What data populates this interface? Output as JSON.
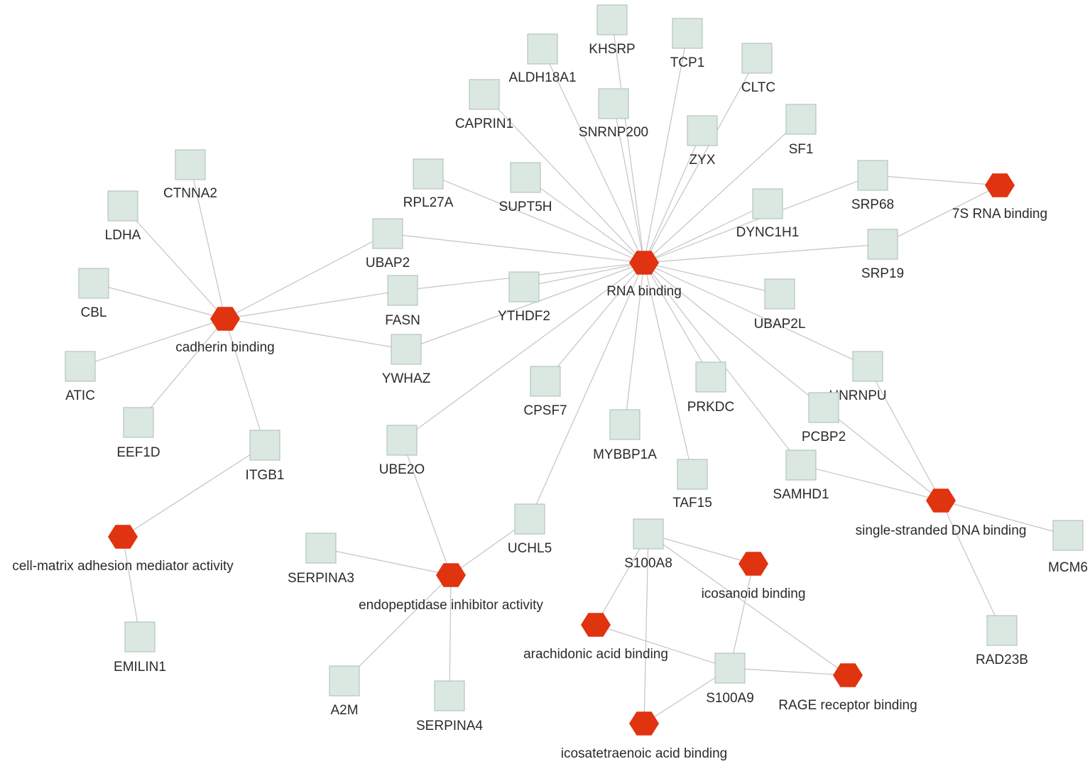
{
  "colors": {
    "gene_fill": "#dbe8e1",
    "term_fill": "#e0330f",
    "edge": "#c4c4c4",
    "label": "#2b2b2b"
  },
  "terms": [
    {
      "id": "rna",
      "label": "RNA binding"
    },
    {
      "id": "cadherin",
      "label": "cadherin binding"
    },
    {
      "id": "srp7s",
      "label": "7S RNA binding"
    },
    {
      "id": "cellmatrix",
      "label": "cell-matrix adhesion mediator activity"
    },
    {
      "id": "endopep",
      "label": "endopeptidase inhibitor activity"
    },
    {
      "id": "ssdna",
      "label": "single-stranded DNA binding"
    },
    {
      "id": "icosanoid",
      "label": "icosanoid binding"
    },
    {
      "id": "arachidonic",
      "label": "arachidonic acid binding"
    },
    {
      "id": "rage",
      "label": "RAGE receptor binding"
    },
    {
      "id": "icosatetraenoic",
      "label": "icosatetraenoic acid binding"
    }
  ],
  "genes": [
    {
      "id": "KHSRP",
      "label": "KHSRP"
    },
    {
      "id": "TCP1",
      "label": "TCP1"
    },
    {
      "id": "ALDH18A1",
      "label": "ALDH18A1"
    },
    {
      "id": "CLTC",
      "label": "CLTC"
    },
    {
      "id": "CAPRIN1",
      "label": "CAPRIN1"
    },
    {
      "id": "SNRNP200",
      "label": "SNRNP200"
    },
    {
      "id": "ZYX",
      "label": "ZYX"
    },
    {
      "id": "SF1",
      "label": "SF1"
    },
    {
      "id": "RPL27A",
      "label": "RPL27A"
    },
    {
      "id": "SUPT5H",
      "label": "SUPT5H"
    },
    {
      "id": "SRP68",
      "label": "SRP68"
    },
    {
      "id": "DYNC1H1",
      "label": "DYNC1H1"
    },
    {
      "id": "UBAP2",
      "label": "UBAP2"
    },
    {
      "id": "SRP19",
      "label": "SRP19"
    },
    {
      "id": "CTNNA2",
      "label": "CTNNA2"
    },
    {
      "id": "LDHA",
      "label": "LDHA"
    },
    {
      "id": "CBL",
      "label": "CBL"
    },
    {
      "id": "FASN",
      "label": "FASN"
    },
    {
      "id": "YTHDF2",
      "label": "YTHDF2"
    },
    {
      "id": "UBAP2L",
      "label": "UBAP2L"
    },
    {
      "id": "YWHAZ",
      "label": "YWHAZ"
    },
    {
      "id": "ATIC",
      "label": "ATIC"
    },
    {
      "id": "HNRNPU",
      "label": "HNRNPU"
    },
    {
      "id": "CPSF7",
      "label": "CPSF7"
    },
    {
      "id": "PRKDC",
      "label": "PRKDC"
    },
    {
      "id": "PCBP2",
      "label": "PCBP2"
    },
    {
      "id": "EEF1D",
      "label": "EEF1D"
    },
    {
      "id": "MYBBP1A",
      "label": "MYBBP1A"
    },
    {
      "id": "UBE2O",
      "label": "UBE2O"
    },
    {
      "id": "ITGB1",
      "label": "ITGB1"
    },
    {
      "id": "SAMHD1",
      "label": "SAMHD1"
    },
    {
      "id": "TAF15",
      "label": "TAF15"
    },
    {
      "id": "UCHL5",
      "label": "UCHL5"
    },
    {
      "id": "MCM6",
      "label": "MCM6"
    },
    {
      "id": "S100A8",
      "label": "S100A8"
    },
    {
      "id": "SERPINA3",
      "label": "SERPINA3"
    },
    {
      "id": "RAD23B",
      "label": "RAD23B"
    },
    {
      "id": "EMILIN1",
      "label": "EMILIN1"
    },
    {
      "id": "S100A9",
      "label": "S100A9"
    },
    {
      "id": "A2M",
      "label": "A2M"
    },
    {
      "id": "SERPINA4",
      "label": "SERPINA4"
    }
  ],
  "edges": [
    [
      "rna",
      "KHSRP"
    ],
    [
      "rna",
      "TCP1"
    ],
    [
      "rna",
      "ALDH18A1"
    ],
    [
      "rna",
      "CLTC"
    ],
    [
      "rna",
      "CAPRIN1"
    ],
    [
      "rna",
      "SNRNP200"
    ],
    [
      "rna",
      "ZYX"
    ],
    [
      "rna",
      "SF1"
    ],
    [
      "rna",
      "RPL27A"
    ],
    [
      "rna",
      "SUPT5H"
    ],
    [
      "rna",
      "SRP68"
    ],
    [
      "rna",
      "DYNC1H1"
    ],
    [
      "rna",
      "UBAP2"
    ],
    [
      "rna",
      "SRP19"
    ],
    [
      "rna",
      "FASN"
    ],
    [
      "rna",
      "YTHDF2"
    ],
    [
      "rna",
      "UBAP2L"
    ],
    [
      "rna",
      "YWHAZ"
    ],
    [
      "rna",
      "HNRNPU"
    ],
    [
      "rna",
      "CPSF7"
    ],
    [
      "rna",
      "PRKDC"
    ],
    [
      "rna",
      "PCBP2"
    ],
    [
      "rna",
      "MYBBP1A"
    ],
    [
      "rna",
      "UBE2O"
    ],
    [
      "rna",
      "SAMHD1"
    ],
    [
      "rna",
      "TAF15"
    ],
    [
      "rna",
      "UCHL5"
    ],
    [
      "cadherin",
      "CTNNA2"
    ],
    [
      "cadherin",
      "LDHA"
    ],
    [
      "cadherin",
      "CBL"
    ],
    [
      "cadherin",
      "ATIC"
    ],
    [
      "cadherin",
      "EEF1D"
    ],
    [
      "cadherin",
      "ITGB1"
    ],
    [
      "cadherin",
      "UBAP2"
    ],
    [
      "cadherin",
      "FASN"
    ],
    [
      "cadherin",
      "YWHAZ"
    ],
    [
      "srp7s",
      "SRP68"
    ],
    [
      "srp7s",
      "SRP19"
    ],
    [
      "cellmatrix",
      "ITGB1"
    ],
    [
      "cellmatrix",
      "EMILIN1"
    ],
    [
      "endopep",
      "UBE2O"
    ],
    [
      "endopep",
      "UCHL5"
    ],
    [
      "endopep",
      "SERPINA3"
    ],
    [
      "endopep",
      "A2M"
    ],
    [
      "endopep",
      "SERPINA4"
    ],
    [
      "ssdna",
      "HNRNPU"
    ],
    [
      "ssdna",
      "PCBP2"
    ],
    [
      "ssdna",
      "SAMHD1"
    ],
    [
      "ssdna",
      "MCM6"
    ],
    [
      "ssdna",
      "RAD23B"
    ],
    [
      "icosanoid",
      "S100A8"
    ],
    [
      "icosanoid",
      "S100A9"
    ],
    [
      "arachidonic",
      "S100A8"
    ],
    [
      "arachidonic",
      "S100A9"
    ],
    [
      "rage",
      "S100A8"
    ],
    [
      "rage",
      "S100A9"
    ],
    [
      "icosatetraenoic",
      "S100A8"
    ],
    [
      "icosatetraenoic",
      "S100A9"
    ]
  ]
}
